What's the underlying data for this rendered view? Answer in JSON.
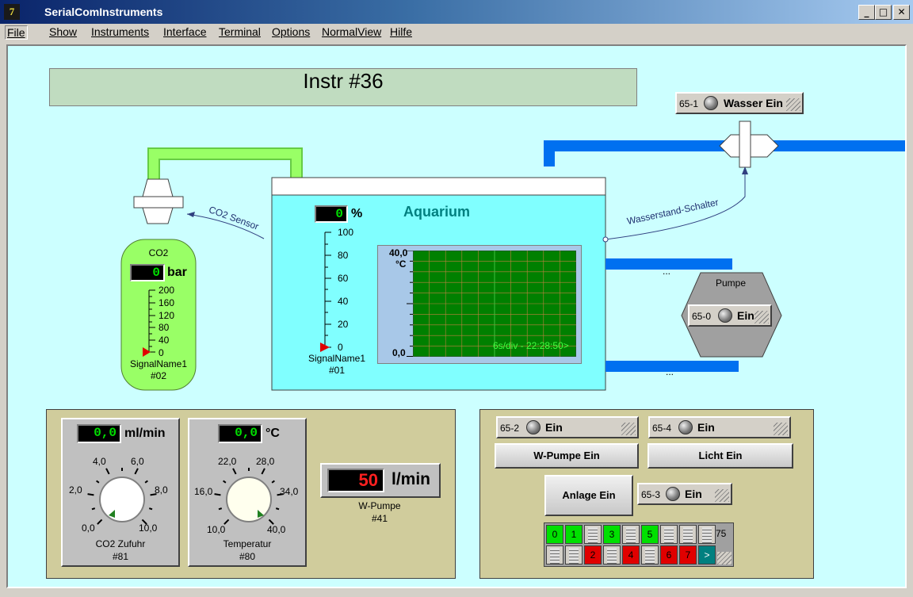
{
  "window": {
    "title": "SerialComInstruments",
    "icon_glyph": "7"
  },
  "window_buttons": {
    "minimize": "_",
    "maximize": "□",
    "close": "✕"
  },
  "menu": [
    "File",
    "Show",
    "Instruments",
    "Interface",
    "Terminal",
    "Options",
    "NormalView",
    "Hilfe"
  ],
  "banner": {
    "title": "Instr #36"
  },
  "co2_tank": {
    "label": "CO2",
    "value": "0",
    "unit": "bar",
    "scale": [
      "200",
      "160",
      "120",
      "80",
      "40",
      "0"
    ],
    "signal": "SignalName1",
    "id": "#02"
  },
  "co2_sensor_label": "CO2 Sensor",
  "aquarium": {
    "title": "Aquarium",
    "value": "0",
    "unit": "%",
    "scale": [
      "100",
      "80",
      "60",
      "40",
      "20",
      "0"
    ],
    "signal": "SignalName1",
    "id": "#01",
    "scope": {
      "ymax": "40,0",
      "yunit": "°C",
      "ymin": "0,0",
      "status": "6s/div - 22:28:50>"
    }
  },
  "water_switch": {
    "id": "65-1",
    "label": "Wasser Ein",
    "wire_label": "Wasserstand-Schalter"
  },
  "pump": {
    "label": "Pumpe",
    "id": "65-0",
    "btn": "Ein",
    "dots_top": "...",
    "dots_bottom": "..."
  },
  "knob_co2": {
    "value": "0,0",
    "unit": "ml/min",
    "marks": [
      "0,0",
      "2,0",
      "4,0",
      "6,0",
      "8,0",
      "10,0"
    ],
    "name": "CO2 Zufuhr",
    "id": "#81",
    "level": 0.0
  },
  "knob_temp": {
    "value": "0,0",
    "unit": "°C",
    "marks": [
      "10,0",
      "16,0",
      "22,0",
      "28,0",
      "34,0",
      "40,0"
    ],
    "name": "Temperatur",
    "id": "#80",
    "level": 0.0
  },
  "flow": {
    "value": "50",
    "unit": "l/min",
    "name": "W-Pumpe",
    "id": "#41"
  },
  "controls": {
    "ind_65_2": {
      "id": "65-2",
      "label": "Ein"
    },
    "ind_65_4": {
      "id": "65-4",
      "label": "Ein"
    },
    "ind_65_3": {
      "id": "65-3",
      "label": "Ein"
    },
    "btn_wpumpe": "W-Pumpe Ein",
    "btn_licht": "Licht Ein",
    "btn_anlage": "Anlage Ein",
    "grid_id": "75",
    "grid_top": [
      {
        "t": "0",
        "s": "green"
      },
      {
        "t": "1",
        "s": "green"
      },
      {
        "t": "",
        "s": "off"
      },
      {
        "t": "3",
        "s": "green"
      },
      {
        "t": "",
        "s": "off"
      },
      {
        "t": "5",
        "s": "green"
      },
      {
        "t": "",
        "s": "off"
      },
      {
        "t": "",
        "s": "off"
      },
      {
        "t": "",
        "s": "off"
      }
    ],
    "grid_bottom": [
      {
        "t": "",
        "s": "off"
      },
      {
        "t": "",
        "s": "off"
      },
      {
        "t": "2",
        "s": "red"
      },
      {
        "t": "",
        "s": "off"
      },
      {
        "t": "4",
        "s": "red"
      },
      {
        "t": "",
        "s": "off"
      },
      {
        "t": "6",
        "s": "red"
      },
      {
        "t": "7",
        "s": "red"
      },
      {
        "t": ">",
        "s": "teal"
      }
    ]
  },
  "colors": {
    "canvas": "#ccffff",
    "tank": "#99ff66",
    "water": "#80ffff",
    "pipe_blue": "#0070f0",
    "pipe_green": "#99ff66",
    "scope_bg": "#008000",
    "panel": "#d0cc9c"
  }
}
